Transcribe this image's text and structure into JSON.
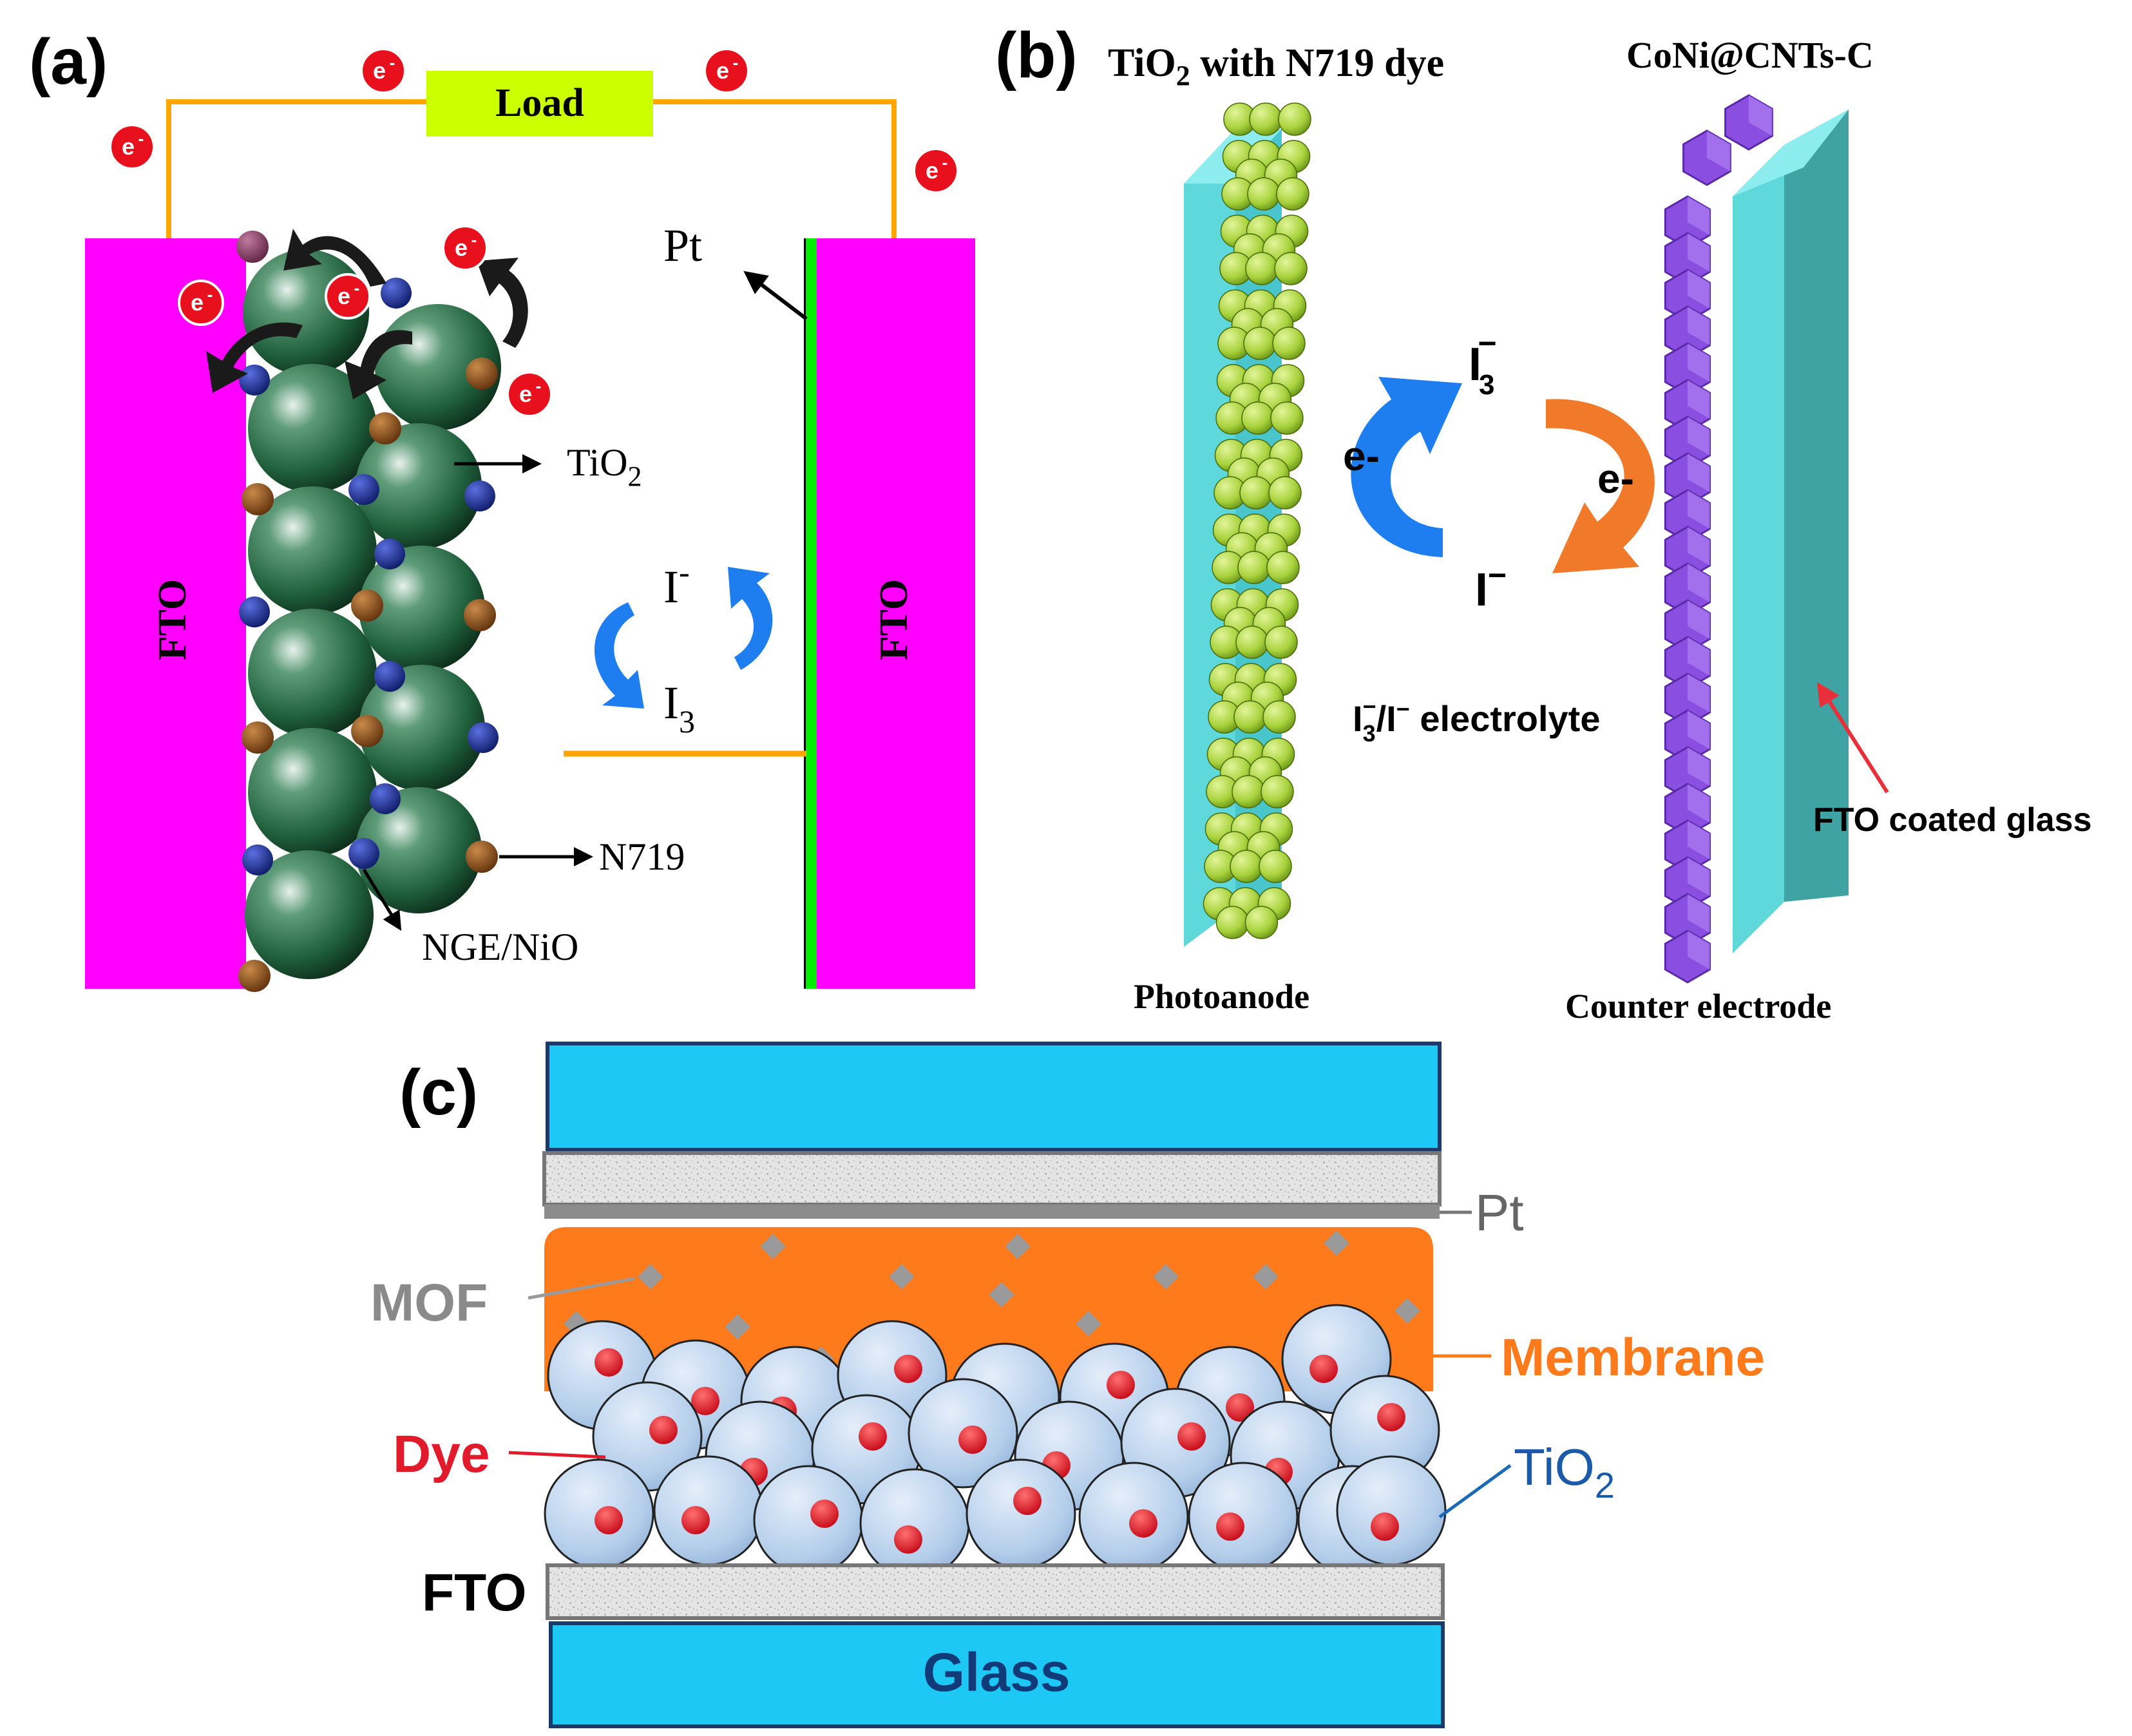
{
  "panel_a": {
    "tag": "(a)",
    "electron": "e",
    "electron_sup": "-",
    "load": "Load",
    "pt": "Pt",
    "fto_left": "FTO",
    "fto_right": "FTO",
    "tio2": "TiO",
    "tio2_sub": "2",
    "iodide": "I",
    "iodide_sup": "-",
    "triiodide": "I",
    "triiodide_sub": "3",
    "n719": "N719",
    "nge_nio": "NGE/NiO",
    "colors": {
      "fto": "#ff00ff",
      "load": "#ccff00",
      "wire": "#ffa500",
      "pt": "#00ee00",
      "tio2": "#1f5f3c",
      "dye_blue": "#0f1f8a",
      "dye_brown": "#8b4a14"
    }
  },
  "panel_b": {
    "tag": "(b)",
    "title_left": "TiO",
    "title_left_sub": "2",
    "title_left_rest": " with N719 dye",
    "title_right": "CoNi@CNTs-C",
    "triiodide": "I",
    "triiodide_sub": "3",
    "triiodide_sup": "−",
    "iodide": "I",
    "iodide_sup": "−",
    "e_left": "e-",
    "e_right": "e-",
    "electrolyte_i": "I",
    "electrolyte_sub": "3",
    "electrolyte_sup": "−",
    "electrolyte_rest": "/I",
    "electrolyte_sup2": "−",
    "electrolyte_label": " electrolyte",
    "fto_glass": "FTO coated glass",
    "photoanode": "Photoanode",
    "counter": "Counter electrode",
    "colors": {
      "glass": "#5fd8dc",
      "beads": "#a8d23c",
      "hexagon": "#8a4fe0",
      "arrow_blue": "#1e7ef0",
      "arrow_orange": "#f07a2a"
    }
  },
  "panel_c": {
    "tag": "(c)",
    "pt": "Pt",
    "mof": "MOF",
    "membrane": "Membrane",
    "dye": "Dye",
    "tio2": "TiO",
    "tio2_sub": "2",
    "fto": "FTO",
    "glass": "Glass",
    "colors": {
      "glass": "#1ec8f5",
      "membrane": "#ff7a1a",
      "dye": "#e11b2b",
      "tio2": "#b8d4ee",
      "mof": "#9a9a9a"
    }
  }
}
